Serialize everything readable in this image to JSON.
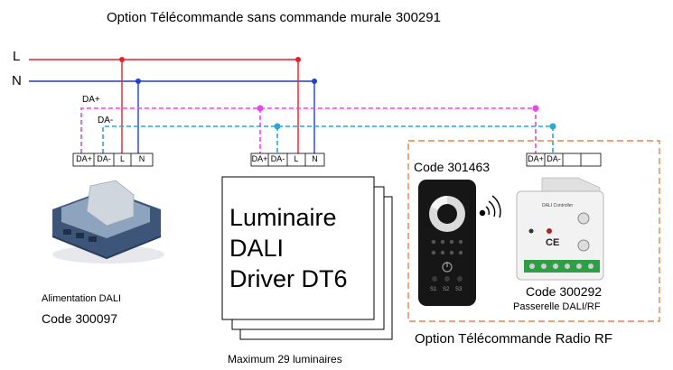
{
  "title": "Option Télécommande sans commande murale 300291",
  "lines": {
    "L": "L",
    "N": "N",
    "da_plus": "DA+",
    "da_minus": "DA-"
  },
  "terminals": {
    "power_supply": [
      "DA+",
      "DA-",
      "L",
      "N"
    ],
    "luminaire": [
      "DA+",
      "DA-",
      "L",
      "N"
    ],
    "gateway": [
      "DA+",
      "DA-",
      "",
      ""
    ]
  },
  "power_supply": {
    "name": "Alimentation DALI",
    "code": "Code 300097"
  },
  "luminaire": {
    "text_lines": [
      "Luminaire",
      "DALI",
      "Driver DT6"
    ],
    "caption": "Maximum 29 luminaires"
  },
  "remote": {
    "code": "Code 301463",
    "buttons": [
      "S1",
      "S2",
      "S3"
    ]
  },
  "gateway": {
    "code": "Code 300292",
    "name": "Passerelle DALI/RF",
    "device_label": "DALI Controller",
    "ce_mark": "CE"
  },
  "rf_option": "Option Télécommande Radio RF",
  "colors": {
    "L": "#e5202b",
    "N": "#1f3fd6",
    "da_plus": "#ee44e6",
    "da_minus": "#2aa9d6",
    "dashed_box": "#e8834a"
  }
}
